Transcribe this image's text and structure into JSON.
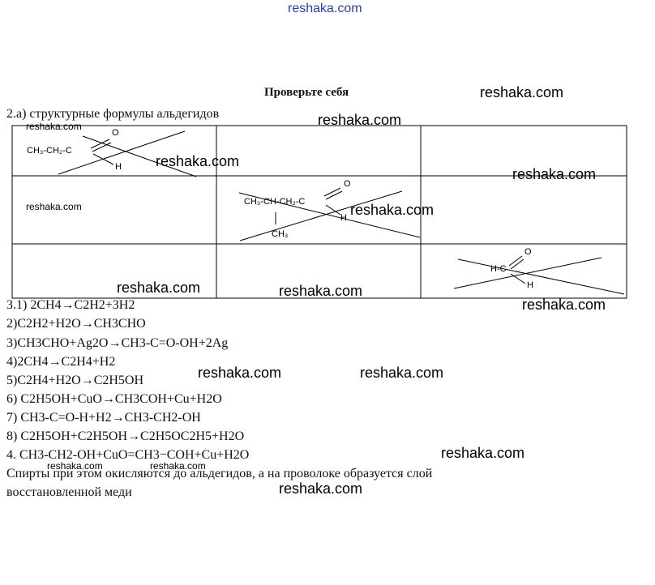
{
  "watermark_top": "reshaka.com",
  "title": "Проверьте себя",
  "heading": "2.а) структурные формулы альдегидов",
  "watermark": "reshaka.com",
  "table": {
    "cell_1_1": {
      "formula": "CH₃-CH₂-C",
      "o": "O",
      "h": "H"
    },
    "cell_2_2": {
      "formula": "CH₃-CH-CH₂-C",
      "o": "O",
      "h": "H",
      "branch": "CH₃"
    },
    "cell_3_3": {
      "formula": "H-C",
      "o": "O",
      "h": "H"
    }
  },
  "lines": [
    "3.1) 2CH4→C2H2+3H2",
    "2)C2H2+H2O→CH3CHO",
    "3)CH3CHO+Ag2O→CH3-C=O-OH+2Ag",
    "4)2CH4→C2H4+H2",
    "5)C2H4+H2O→C2H5OH",
    "6) C2H5OH+CuO→CH3COH+Cu+H2O",
    "7) CH3-C=O-H+H2→CH3-CH2-OH",
    "8) C2H5OH+C2H5OH→C2H5OC2H5+H2O",
    "4. CH3-CH2-OH+CuO=CH3−COH+Cu+H2O",
    "Спирты при этом окисляются до альдегидов, а на проволоке образуется слой",
    "восстановленной меди"
  ]
}
